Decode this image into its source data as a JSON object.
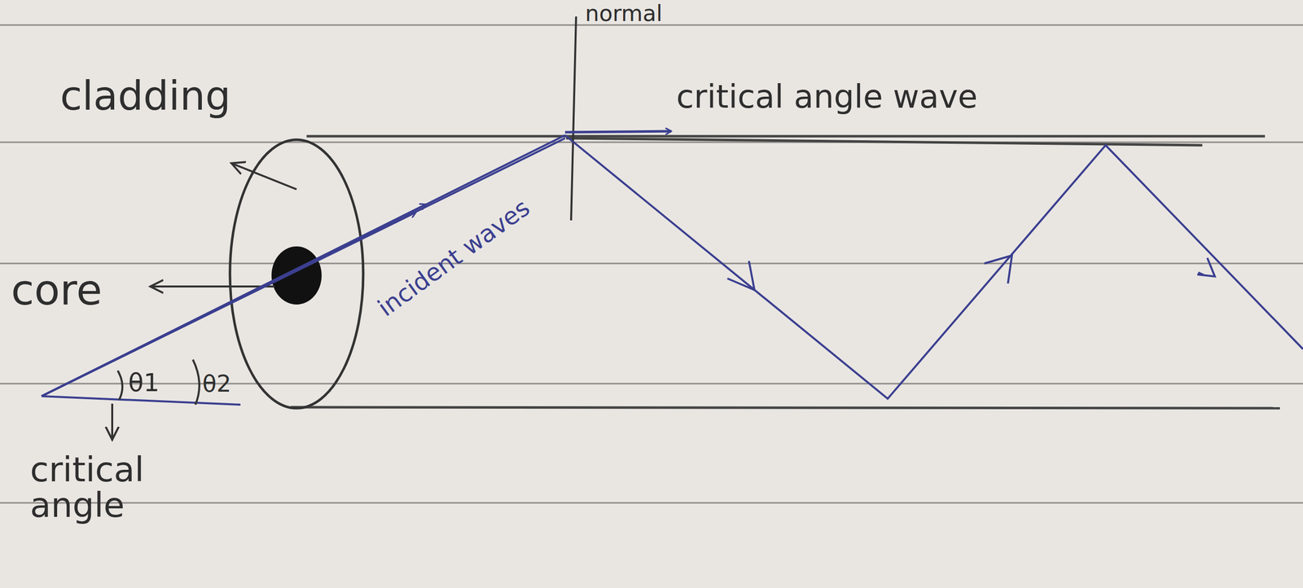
{
  "diagram": {
    "labels": [
      "cladding",
      "core",
      "normal",
      "critical angle wave",
      "incident waves",
      "θ1",
      "θ2",
      "critical angle"
    ]
  }
}
